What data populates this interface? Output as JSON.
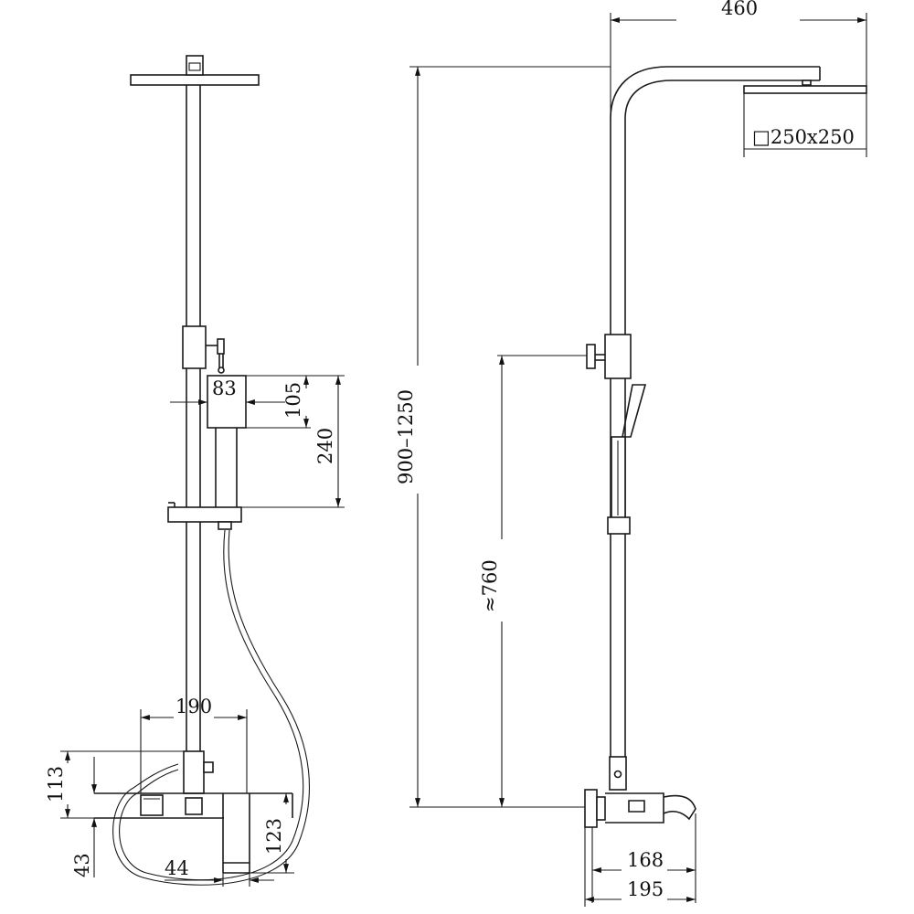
{
  "front_view": {
    "dim_width_83": "83",
    "dim_height_105": "105",
    "dim_height_240": "240",
    "dim_width_190": "190",
    "dim_height_113": "113",
    "dim_height_123": "123",
    "dim_height_43": "43",
    "dim_width_44": "44"
  },
  "side_view": {
    "dim_width_460": "460",
    "dim_head_size": "□250x250",
    "dim_height_range": "900–1250",
    "dim_height_760": "≈760",
    "dim_width_168": "168",
    "dim_width_195": "195"
  }
}
